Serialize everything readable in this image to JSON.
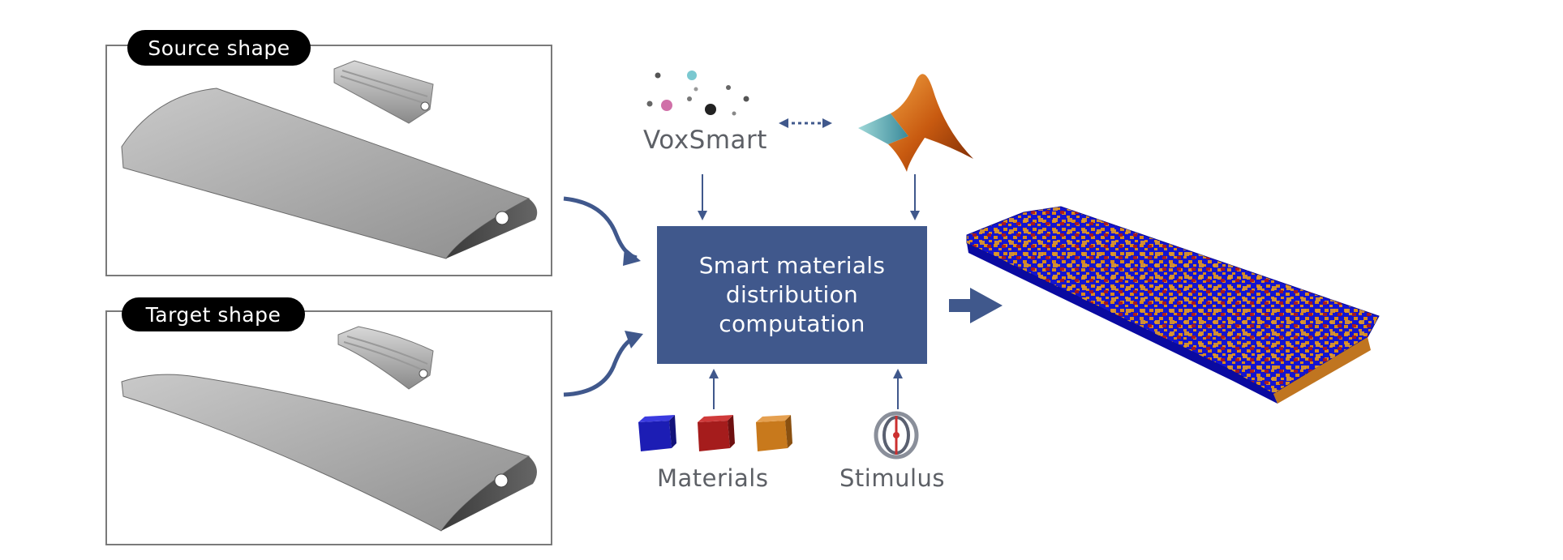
{
  "source_panel": {
    "label": "Source shape"
  },
  "target_panel": {
    "label": "Target shape"
  },
  "center": {
    "lines": [
      "Smart materials",
      "distribution",
      "computation"
    ]
  },
  "voxsmart": {
    "label": "VoxSmart",
    "icon": "voxsmart-logo-icon"
  },
  "matlab": {
    "icon": "matlab-logo-icon"
  },
  "materials": {
    "label": "Materials",
    "colors": [
      "#1c1db4",
      "#a51c1c",
      "#c8791c"
    ]
  },
  "stimulus": {
    "label": "Stimulus",
    "icon": "magnet-coil-icon"
  },
  "colors": {
    "box": "#40588c",
    "arrow": "#40588c",
    "voxel_blue": "#1414d0",
    "voxel_orange": "#d98a1a",
    "voxel_red": "#b01818"
  }
}
